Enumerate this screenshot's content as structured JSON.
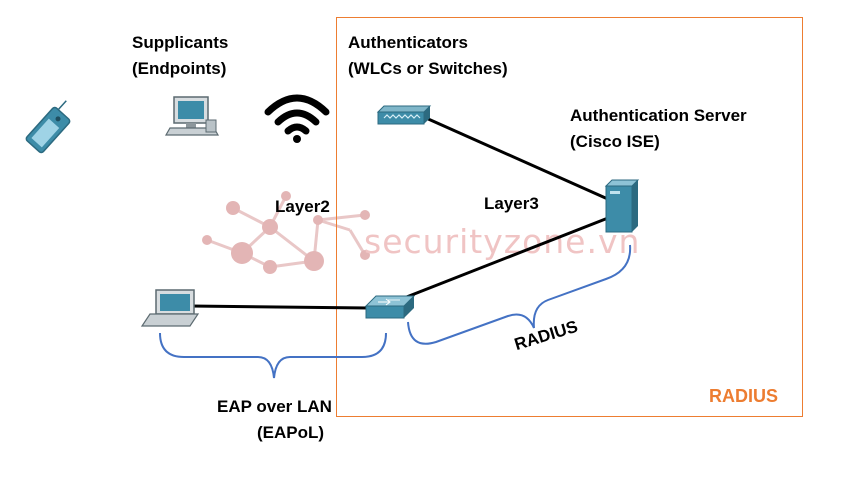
{
  "labels": {
    "supplicants_line1": "Supplicants",
    "supplicants_line2": "(Endpoints)",
    "authenticators_line1": "Authenticators",
    "authenticators_line2": "(WLCs or Switches)",
    "auth_server_line1": "Authentication Server",
    "auth_server_line2": "(Cisco ISE)",
    "layer2": "Layer2",
    "layer3": "Layer3",
    "radius_link": "RADIUS",
    "eap_line1": "EAP over LAN",
    "eap_line2": "(EAPoL)",
    "radius_region": "RADIUS"
  },
  "watermark": {
    "text": "securityzone.vn"
  },
  "colors": {
    "region_border": "#ed7d31",
    "region_label": "#ed7d31",
    "brace": "#4472c4",
    "link": "#000000",
    "device_teal": "#3d8ca8",
    "watermark": "#f0c4c4"
  },
  "icons": [
    "pda-icon",
    "desktop-pc-icon",
    "wifi-icon",
    "wireless-controller-icon",
    "server-icon",
    "laptop-icon",
    "switch-icon"
  ]
}
